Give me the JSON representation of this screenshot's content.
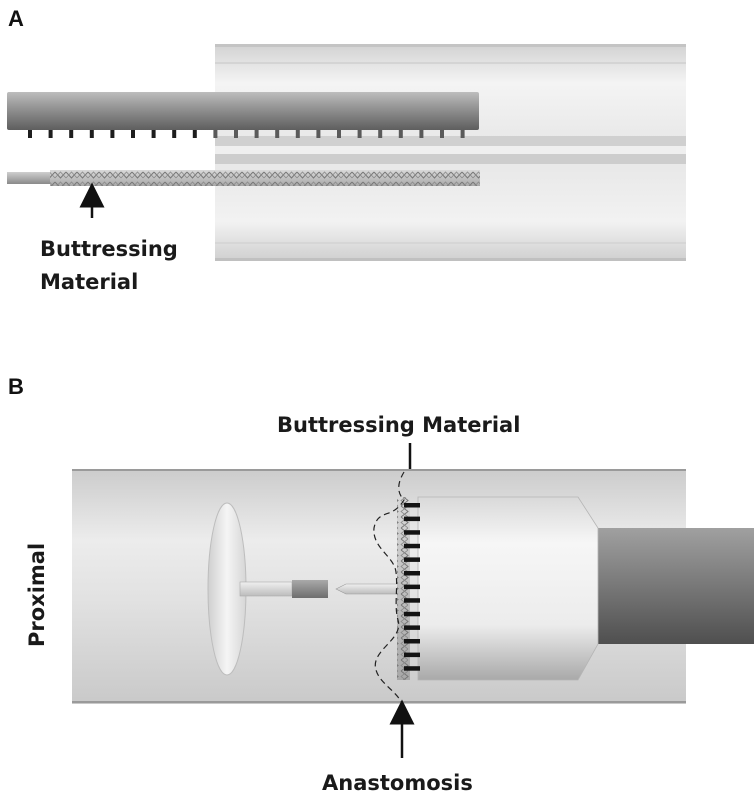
{
  "panel_a": {
    "letter": "A",
    "buttress_label_line1": "Buttressing",
    "buttress_label_line2": "Material"
  },
  "panel_b": {
    "letter": "B",
    "buttress_label": "Buttressing Material",
    "anastomosis_label": "Anastomosis",
    "proximal_label": "Proximal"
  }
}
